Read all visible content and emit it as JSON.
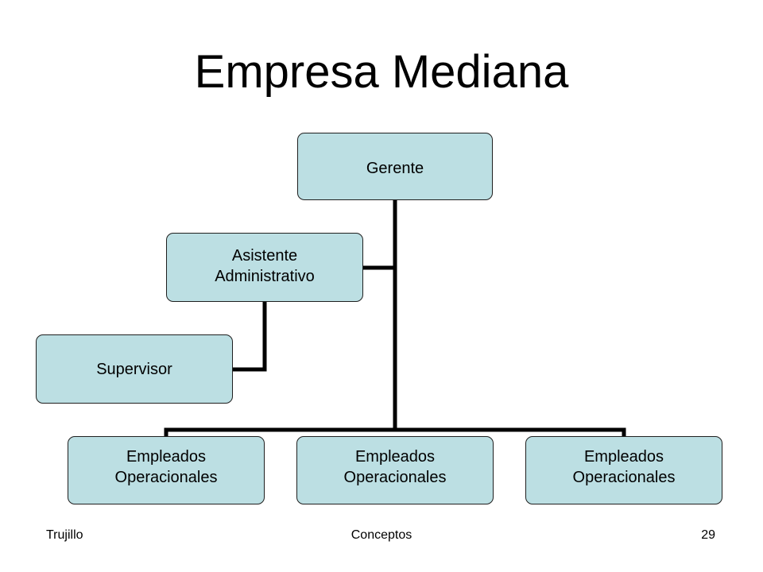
{
  "slide": {
    "title": "Empresa Mediana"
  },
  "org_chart": {
    "root": "Gerente",
    "assistant": "Asistente Administrativo",
    "supervisor": "Supervisor",
    "employees": [
      "Empleados Operacionales",
      "Empleados Operacionales",
      "Empleados Operacionales"
    ]
  },
  "footer": {
    "left": "Trujillo",
    "center": "Conceptos",
    "page_number": "29"
  },
  "colors": {
    "node_fill": "#bcdfe3",
    "connector": "#000000"
  }
}
